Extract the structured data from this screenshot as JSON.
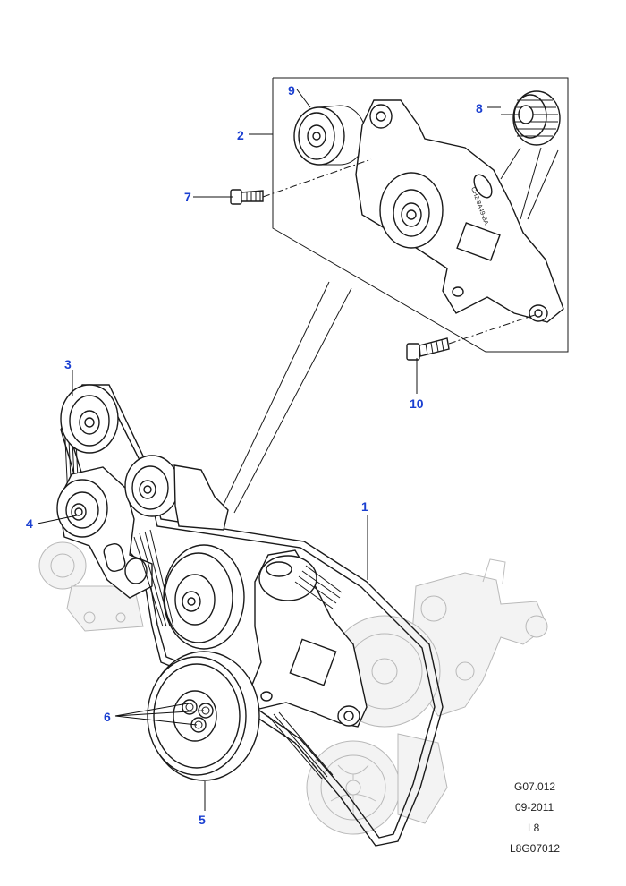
{
  "callouts": {
    "c1": "1",
    "c2": "2",
    "c3": "3",
    "c4": "4",
    "c5": "5",
    "c6": "6",
    "c7": "7",
    "c8": "8",
    "c9": "9",
    "c10": "10"
  },
  "reference": {
    "figure_code": "G07.012",
    "date": "09-2011",
    "model": "L8",
    "image_code": "L8G07012"
  },
  "bracket_casting_mark": "CH2-8A49-BA",
  "colors": {
    "callout": "#1a3fd1",
    "ink": "#1a1a1a",
    "ghost": "#b8b8b8"
  }
}
